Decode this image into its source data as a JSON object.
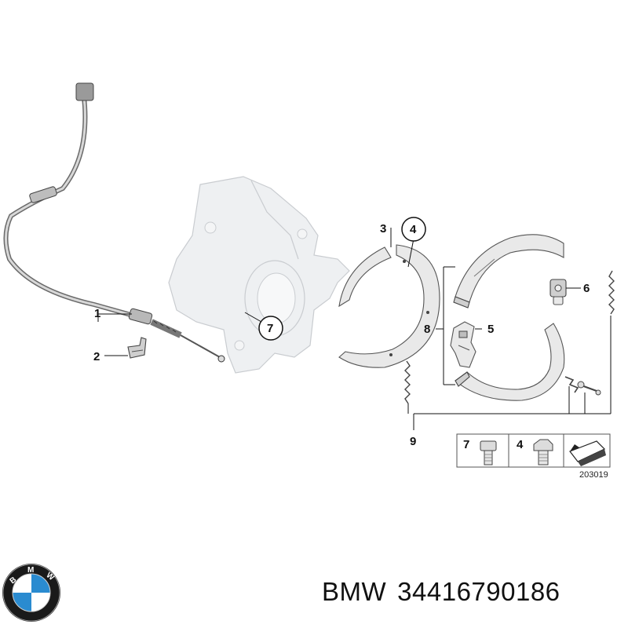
{
  "callouts": {
    "c1": "1",
    "c2": "2",
    "c3": "3",
    "c4": "4",
    "c5": "5",
    "c6": "6",
    "c7": "7",
    "c8": "8",
    "c9": "9"
  },
  "legend": {
    "cell1_number": "7",
    "cell2_number": "4"
  },
  "drawing_id": "203019",
  "caption": {
    "brand": "BMW",
    "part_number": "34416790186"
  },
  "colors": {
    "logo_blue": "#2a8bd0",
    "logo_ring": "#1a1a1a"
  }
}
